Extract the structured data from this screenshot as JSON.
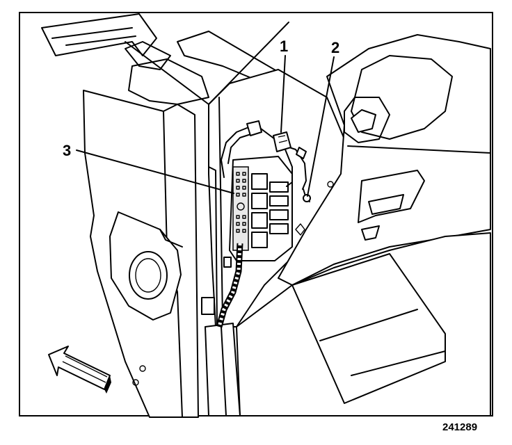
{
  "callouts": [
    {
      "id": "1",
      "label": "1"
    },
    {
      "id": "2",
      "label": "2"
    },
    {
      "id": "3",
      "label": "3"
    }
  ],
  "figure_id": "241289",
  "colors": {
    "stroke": "#000000",
    "background": "#ffffff"
  },
  "icons": {
    "direction_arrow": "arrow-up-left-icon"
  }
}
